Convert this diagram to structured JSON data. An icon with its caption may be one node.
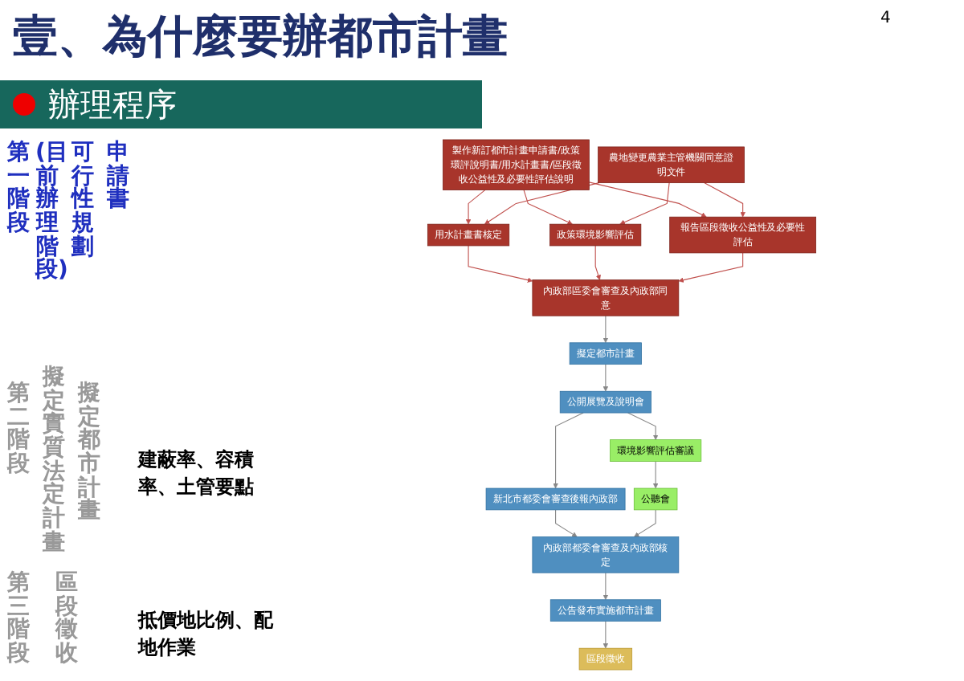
{
  "diagram": {
    "title": "壹、為什麼要辦都市計畫",
    "nodes": [
      {
        "text": [
          "製作新訂都市計畫申請書/政策環評說明書/用水計畫書/區段徵收公益性及必要性評估說明"
        ]
      },
      {
        "text": [
          "農地變更農業主管機關同意證明文件"
        ]
      },
      {
        "text": [
          "用水計畫書核定"
        ]
      },
      {
        "text": [
          "政策環境影響評估"
        ]
      },
      {
        "text": [
          "報告區段徵收公益性及必要性評估"
        ]
      },
      {
        "text": [
          "內政部區委會審查及內政部同意"
        ]
      },
      {
        "text": [
          "擬定都市計畫"
        ]
      },
      {
        "text": [
          "公開展覽及說明會"
        ]
      },
      {
        "text": [
          "新北市都委會審查後報內政部"
        ]
      },
      {
        "text": [
          "內政部都委會審查及內政部核定"
        ]
      },
      {
        "text": [
          "公告發布實施都市計畫"
        ]
      },
      {
        "text": [
          "區段徵收"
        ]
      },
      {
        "text": [
          "環境影響評估審議"
        ]
      },
      {
        "text": [
          "公聽會"
        ]
      }
    ],
    "edges": [
      {
        "from": 0,
        "to": 2,
        "arrow": "to",
        "color": "#c0504d"
      },
      {
        "from": 0,
        "to": 3,
        "arrow": "to",
        "color": "#c0504d"
      },
      {
        "from": 0,
        "to": 4,
        "arrow": "to",
        "color": "#c0504d"
      },
      {
        "from": 1,
        "to": 2,
        "arrow": "to",
        "color": "#c0504d"
      },
      {
        "from": 1,
        "to": 3,
        "arrow": "to",
        "color": "#c0504d"
      },
      {
        "from": 1,
        "to": 4,
        "arrow": "to",
        "color": "#c0504d"
      },
      {
        "from": 2,
        "to": 5,
        "arrow": "to",
        "color": "#c0504d"
      },
      {
        "from": 3,
        "to": 5,
        "arrow": "to",
        "color": "#c0504d"
      },
      {
        "from": 4,
        "to": 5,
        "arrow": "to",
        "color": "#c0504d"
      },
      {
        "from": 5,
        "to": 6,
        "arrow": "to"
      },
      {
        "from": 6,
        "to": 7,
        "arrow": "to"
      },
      {
        "from": 7,
        "to": 8,
        "arrow": "to"
      },
      {
        "from": 8,
        "to": 9,
        "arrow": "to"
      },
      {
        "from": 9,
        "to": 10,
        "arrow": "to"
      },
      {
        "from": 10,
        "to": 11,
        "arrow": "to"
      },
      {
        "from": 7,
        "to": 12,
        "arrow": "to"
      },
      {
        "from": 12,
        "to": 13,
        "arrow": "to"
      },
      {
        "from": 13,
        "to": 9,
        "arrow": "to"
      }
    ],
    "labels": [
      "4",
      "辦理程序",
      "第一階段",
      "(目前辦理階段)",
      "可行性規劃",
      "申請書",
      "第二階段",
      "擬定實質法定計畫",
      "擬定都市計畫",
      "建蔽率、容積率、土管要點",
      "第三階段",
      "區段徵收",
      "抵價地比例、配地作業"
    ]
  }
}
